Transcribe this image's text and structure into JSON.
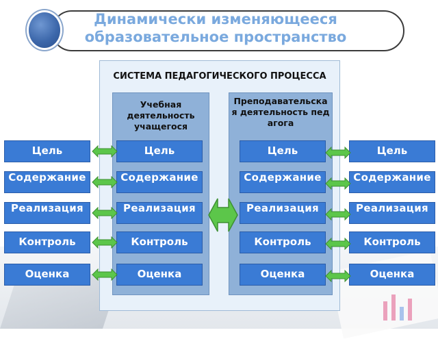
{
  "title": "Динамически изменяющееся образовательное пространство",
  "system_title": "СИСТЕМА ПЕДАГОГИЧЕСКОГО ПРОЦЕССА",
  "columns": {
    "student": "Учебная деятельность учащегося",
    "teacher": "Преподавательская деятельность педагога"
  },
  "rows": {
    "goal": "Цель",
    "content": "Содержание",
    "implementation": "Реализация",
    "control": "Контроль",
    "assessment": "Оценка"
  },
  "colors": {
    "block": "#3a7bd5",
    "arrow": "#5cc64a",
    "panel": "#8fb1d8",
    "title": "#7aa9de"
  }
}
